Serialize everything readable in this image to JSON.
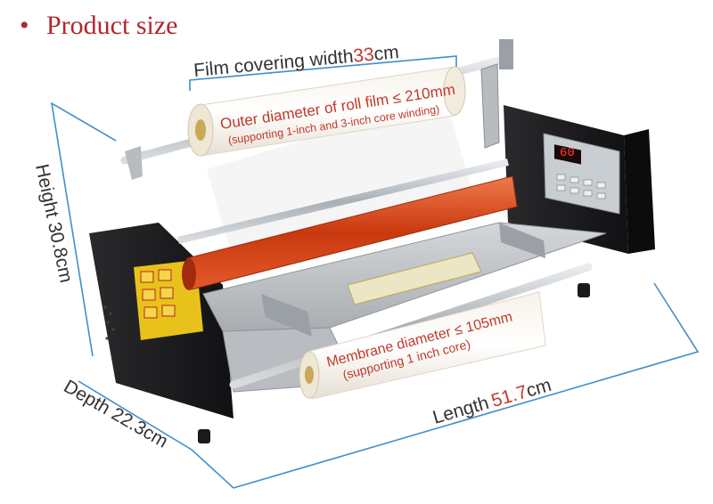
{
  "heading": {
    "bullet": "•",
    "text": "Product size"
  },
  "labels": {
    "film_width_prefix": "Film covering width",
    "film_width_value": "33",
    "film_width_unit": "cm",
    "outer_diameter_line1": "Outer diameter of roll film ≤ 210mm",
    "outer_diameter_line2": "(supporting 1-inch and 3-inch core winding)",
    "height": "Height  30.8cm",
    "depth": "Depth 22.3cm",
    "length_prefix": "Length",
    "length_value": "51.7",
    "length_unit": "cm",
    "membrane_line1": "Membrane diameter ≤ 105mm",
    "membrane_line2": "(supporting 1 inch core)",
    "display_readout": "60"
  },
  "colors": {
    "heading": "#b3262b",
    "dimension_line": "#3f8fc9",
    "value_red": "#c0392b",
    "body_black": "#1d1d1f",
    "plate_grey": "#bfc3c6",
    "roller_red": "#d9461c"
  }
}
